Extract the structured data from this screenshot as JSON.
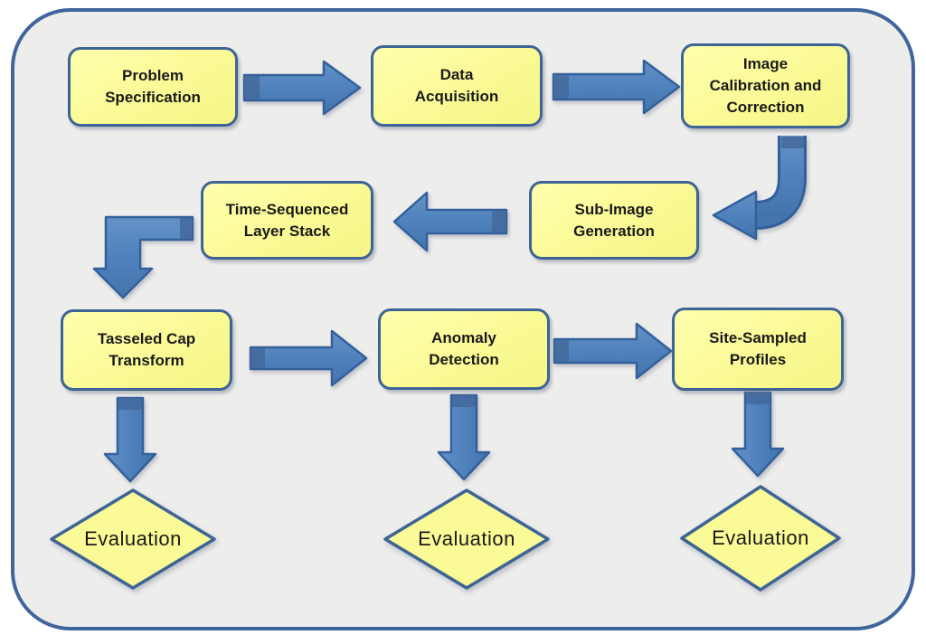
{
  "diagram": {
    "type": "flowchart",
    "description_visible_text_only": true
  },
  "colors": {
    "frame_border": "#40659C",
    "canvas_fill": "#EDEDEC",
    "node_fill": "#FAFA96",
    "node_border": "#3E6494",
    "arrow_fill": "#4F81BD",
    "arrow_border": "#33609A",
    "arrow_tail_patch": "#44689B",
    "text_color": "#1A1A1A"
  },
  "nodes": {
    "problem_specification": {
      "label": "Problem\nSpecification",
      "shape": "rounded-rect"
    },
    "data_acquisition": {
      "label": "Data\nAcquisition",
      "shape": "rounded-rect"
    },
    "image_calibration": {
      "label": "Image\nCalibration and\nCorrection",
      "shape": "rounded-rect"
    },
    "time_sequenced_layer_stack": {
      "label": "Time-Sequenced\nLayer Stack",
      "shape": "rounded-rect"
    },
    "sub_image_generation": {
      "label": "Sub-Image\nGeneration",
      "shape": "rounded-rect"
    },
    "tasseled_cap_transform": {
      "label": "Tasseled Cap\nTransform",
      "shape": "rounded-rect"
    },
    "anomaly_detection": {
      "label": "Anomaly\nDetection",
      "shape": "rounded-rect"
    },
    "site_sampled_profiles": {
      "label": "Site-Sampled\nProfiles",
      "shape": "rounded-rect"
    },
    "evaluation_left": {
      "label": "Evaluation",
      "shape": "diamond"
    },
    "evaluation_middle": {
      "label": "Evaluation",
      "shape": "diamond"
    },
    "evaluation_right": {
      "label": "Evaluation",
      "shape": "diamond"
    }
  },
  "edges": [
    {
      "from": "problem_specification",
      "to": "data_acquisition",
      "style": "block-arrow-right"
    },
    {
      "from": "data_acquisition",
      "to": "image_calibration",
      "style": "block-arrow-right"
    },
    {
      "from": "image_calibration",
      "to": "sub_image_generation",
      "style": "curved-block-arrow-down-left"
    },
    {
      "from": "sub_image_generation",
      "to": "time_sequenced_layer_stack",
      "style": "block-arrow-left"
    },
    {
      "from": "time_sequenced_layer_stack",
      "to": "tasseled_cap_transform",
      "style": "elbow-block-arrow-down"
    },
    {
      "from": "tasseled_cap_transform",
      "to": "anomaly_detection",
      "style": "block-arrow-right"
    },
    {
      "from": "anomaly_detection",
      "to": "site_sampled_profiles",
      "style": "block-arrow-right"
    },
    {
      "from": "tasseled_cap_transform",
      "to": "evaluation_left",
      "style": "block-arrow-down"
    },
    {
      "from": "anomaly_detection",
      "to": "evaluation_middle",
      "style": "block-arrow-down"
    },
    {
      "from": "site_sampled_profiles",
      "to": "evaluation_right",
      "style": "block-arrow-down"
    }
  ]
}
